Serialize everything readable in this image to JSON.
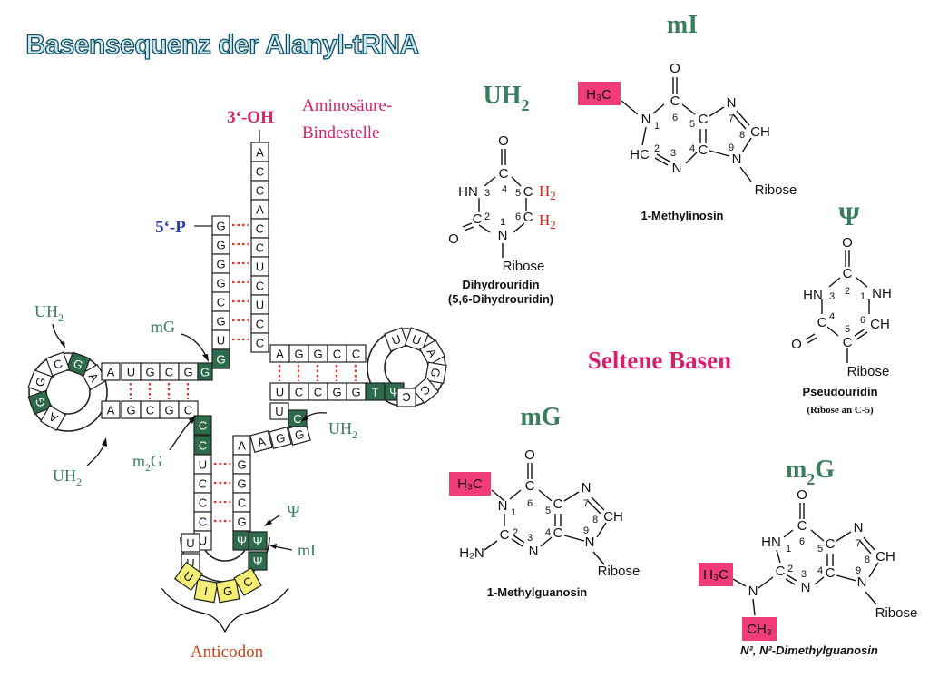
{
  "title": "Basensequenz der Alanyl-tRNA",
  "colors": {
    "title_fill": "#cfe6ea",
    "title_stroke": "#0b4f66",
    "green_label": "#3a7d5c",
    "dark_green": "#2e6b4d",
    "magenta": "#d6226e",
    "blue": "#2a3bb0",
    "methyl_box": "#f03d78",
    "anticodon_yellow": "#f3ef74",
    "pair_dots": "#e8302a",
    "orange": "#c7461a"
  },
  "trna": {
    "end3": "3‘-OH",
    "end5": "5‘-P",
    "site_line1": "Aminosäure-",
    "site_line2": "Bindestelle",
    "acceptor_3": [
      "A",
      "C",
      "C",
      "A",
      "C",
      "C",
      "U",
      "C",
      "U",
      "C"
    ],
    "acceptor_5": [
      "G",
      "G",
      "G",
      "G",
      "C",
      "G",
      "U",
      "G"
    ],
    "d_top": [
      "U",
      "G",
      "C",
      "G"
    ],
    "d_bottom": [
      "G",
      "C",
      "G",
      "C"
    ],
    "d_loop": [
      "A",
      "G",
      "C",
      "G",
      "G",
      "A"
    ],
    "t_top": [
      "A",
      "G",
      "G",
      "C",
      "C"
    ],
    "t_bottom": [
      "U",
      "C",
      "C",
      "G",
      "G",
      "T",
      "Ψ"
    ],
    "t_loop": [
      "U",
      "U",
      "A",
      "G",
      "C",
      "C"
    ],
    "var": [
      "A",
      "G",
      "G"
    ],
    "ac_left": [
      "C",
      "U",
      "C",
      "C",
      "C",
      "U"
    ],
    "ac_right": [
      "A",
      "G",
      "G",
      "C",
      "G",
      "Ψ"
    ],
    "anticodon": [
      "I",
      "G",
      "C"
    ],
    "label_uh2": "UH",
    "label_uh2_sub": "2",
    "label_mg": "mG",
    "label_m2g": "m",
    "label_m2g_sub": "2",
    "label_m2g_g": "G",
    "label_psi": "Ψ",
    "label_mi": "mI",
    "label_anticodon": "Anticodon"
  },
  "structures": {
    "heading_mi": "mI",
    "heading_uh2": "UH",
    "heading_uh2_sub": "2",
    "heading_psi": "Ψ",
    "heading_mg": "mG",
    "heading_m2g": "m",
    "heading_m2g_sub": "2",
    "heading_m2g_g": "G",
    "center_label": "Seltene Basen",
    "methylinosin": "1-Methylinosin",
    "dihydrouridin": "Dihydrouridin",
    "dihydrouridin_sub": "(5,6-Dihydrouridin)",
    "pseudouridin": "Pseudouridin",
    "pseudouridin_note": "(Ribose an C-5)",
    "methylguanosin": "1-Methylguanosin",
    "dimethylguanosin": "N², N²-Dimethylguanosin",
    "h3c": "H₃C",
    "ch3": "CH₃",
    "h2": "H",
    "h2_sub": "2",
    "ribose": "Ribose",
    "o": "O",
    "n": "N",
    "hn": "HN",
    "nh": "NH",
    "ch": "CH",
    "hc": "HC",
    "h2n": "H₂N",
    "c": "C"
  }
}
